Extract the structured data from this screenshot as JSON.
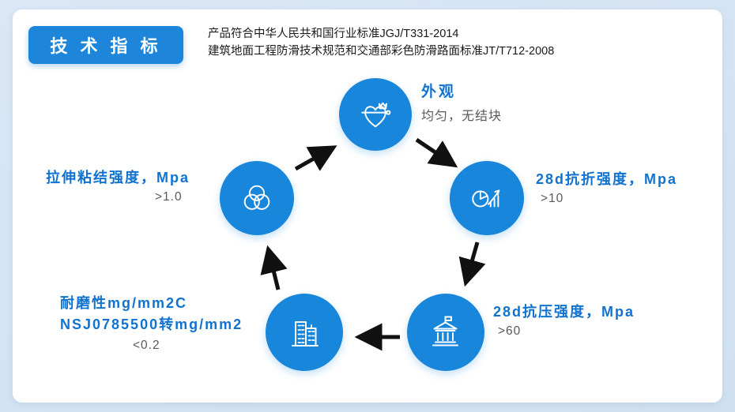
{
  "header": {
    "title": "技 术 指 标",
    "standards": {
      "line1": "产品符合中华人民共和国行业标准JGJ/T331-2014",
      "line2": "建筑地面工程防滑技术规范和交通部彩色防滑路面标准JT/T712-2008"
    }
  },
  "colors": {
    "accent_blue": "#1e86da",
    "circle_blue": "#1886db",
    "label_blue": "#1173cf",
    "value_gray": "#595959",
    "arrow_black": "#111111",
    "page_bg": "#d5e5f4",
    "card_bg": "#ffffff"
  },
  "nodes": [
    {
      "id": "appearance",
      "icon": "heart-crown-icon",
      "label": "外观",
      "value": "均匀，无结块"
    },
    {
      "id": "flexural-strength",
      "icon": "pie-chart-growth-icon",
      "label": "28d抗折强度，Mpa",
      "value": ">10"
    },
    {
      "id": "compressive-strength",
      "icon": "bank-building-icon",
      "label": "28d抗压强度，Mpa",
      "value": ">60"
    },
    {
      "id": "abrasion-resistance",
      "icon": "city-buildings-icon",
      "label_line1": "耐磨性mg/mm2C",
      "label_line2": "NSJ0785500转mg/mm2",
      "value": "<0.2"
    },
    {
      "id": "tensile-bond-strength",
      "icon": "venn-circles-icon",
      "label": "拉伸粘结强度，Mpa",
      "value": ">1.0"
    }
  ]
}
